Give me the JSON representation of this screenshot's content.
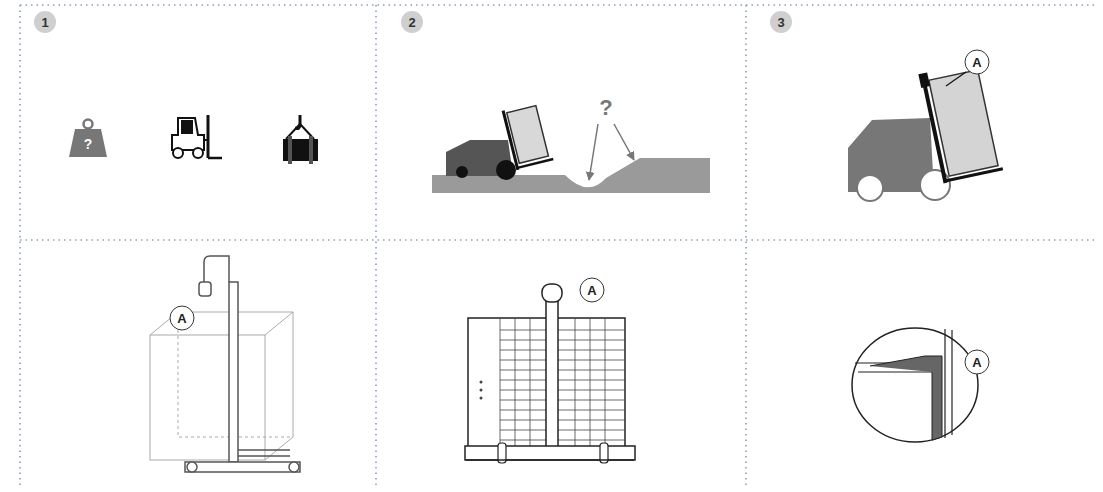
{
  "diagram": {
    "labels": [
      "1",
      "?",
      "2",
      "?",
      "3",
      "A",
      "A",
      "A",
      "A"
    ]
  }
}
